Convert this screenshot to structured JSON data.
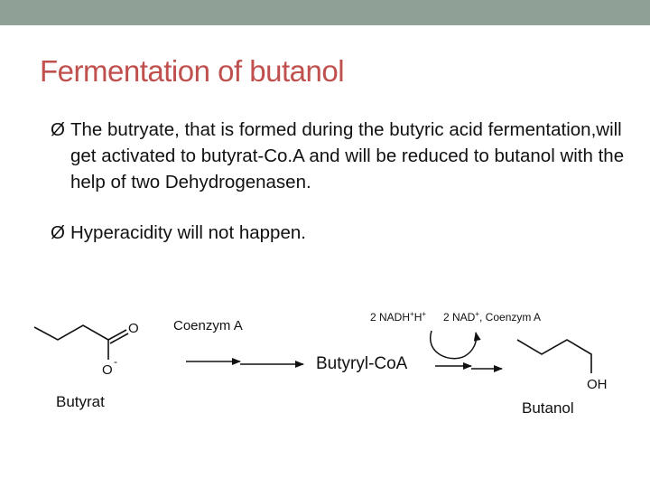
{
  "slide": {
    "title": "Fermentation of butanol",
    "bullet_marker": "Ø",
    "bullets": [
      "The butryate, that is formed during the butyric acid fermentation,will get activated to butyrat-Co.A and will be reduced to butanol with the help of two Dehydrogenasen.",
      "Hyperacidity will not happen."
    ]
  },
  "scheme": {
    "butyrat": {
      "label": "Butyrat",
      "atom_o": "O",
      "atom_o_minus": "O",
      "charge": "-"
    },
    "step1_reagent": "Coenzym A",
    "intermediate": "Butyryl-CoA",
    "step2_reagent_in": "2 NADH",
    "step2_reagent_in_sup": "+",
    "step2_reagent_in_tail": "H",
    "step2_reagent_in_tail_sup": "+",
    "step2_reagent_out": "2 NAD",
    "step2_reagent_out_sup": "+",
    "step2_reagent_out_tail": ", Coenzym A",
    "butanol": {
      "label": "Butanol",
      "atom_oh": "OH"
    }
  },
  "colors": {
    "top_bar": "#8fa197",
    "title": "#c0504d",
    "text": "#111111"
  }
}
